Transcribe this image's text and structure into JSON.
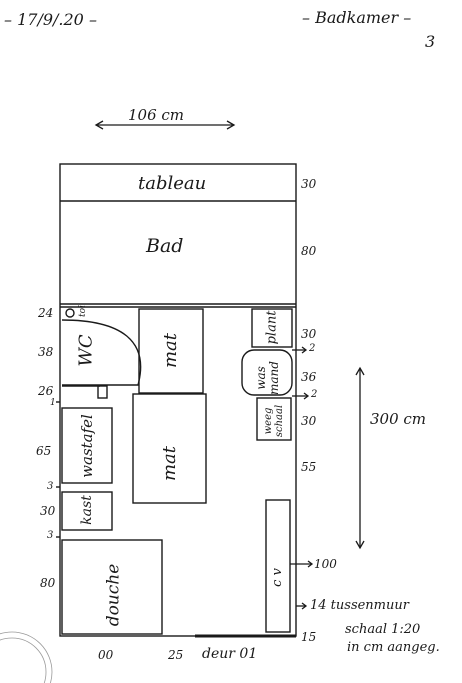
{
  "header": {
    "date": "– 17/9/.20 –",
    "title": "– Badkamer –",
    "page": "3"
  },
  "plan": {
    "width_label": "106 cm",
    "height_label": "300 cm",
    "rooms": {
      "tableau": "tableau",
      "bad": "Bad",
      "wc": "WC",
      "mat1": "mat",
      "mat2": "mat",
      "plant": "plant",
      "was_mand": "was mand",
      "weeg_schaal": "weeg schaal",
      "wastafel": "wastafel",
      "kast": "kast",
      "douche": "douche",
      "cv": "c v",
      "toilet_small": "toi"
    },
    "right_dims": [
      "30",
      "80",
      "30",
      "36",
      "30",
      "55",
      "100",
      "15"
    ],
    "left_dims": [
      "24",
      "38",
      "26",
      "1",
      "65",
      "3",
      "30",
      "3",
      "80"
    ],
    "small_marks": [
      "2",
      "2"
    ],
    "notes": {
      "tussenmuur": "14 tussenmuur",
      "schaal": "schaal 1:20",
      "aangeg": "in cm aangeg."
    },
    "bottom": {
      "d00": "00",
      "d25": "25",
      "deur": "deur 01"
    }
  }
}
